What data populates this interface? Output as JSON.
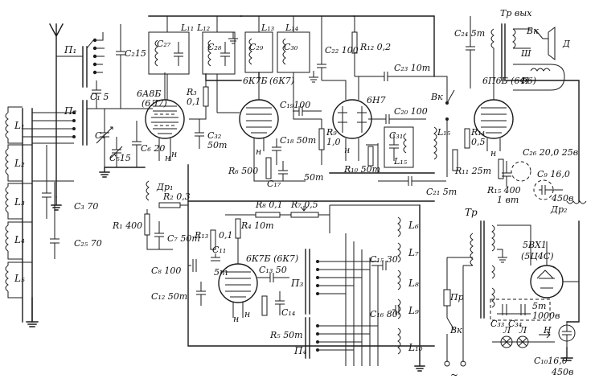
{
  "labels": {
    "P1": "П₁",
    "P2": "П₂",
    "P3": "П₃",
    "P4": "П₄",
    "C1": "C₁ 5",
    "C2": "C₂15",
    "C4": "C₄",
    "C5": "C₅15",
    "C6": "C₆ 20",
    "C27": "C₂₇",
    "C28": "C₂₈",
    "C29": "C₂₉",
    "C30": "C₃₀",
    "L11": "L₁₁",
    "L12": "L₁₂",
    "L13": "L₁₃",
    "L14": "L₁₄",
    "C22": "C₂₂ 100",
    "R12": "R₁₂ 0,2",
    "C24": "C₂₄ 5т",
    "Trvyh": "Тр вых",
    "Vk1": "Вк",
    "D": "Д",
    "III": "Ш",
    "II": "П",
    "T1": "6А8Б",
    "T1b": "(6Л7)",
    "T2": "6К7Б",
    "T2b": "(6К7)",
    "T3": "6Н7",
    "T4": "6П6Б (6Ф6)",
    "T5": "6К7Б (6К7)",
    "T6": "5ВХ1",
    "T6b": "(5Ц4С)",
    "R3": "R₃",
    "R3v": "0,1",
    "C32": "C₃₂",
    "C32v": "50т",
    "C19": "C₁₉100",
    "C23": "C₂₃ 10т",
    "C20": "C₂₀ 100",
    "C31": "C₃₁",
    "L15": "L₁₅",
    "L15b": "L₁₅",
    "Vk2": "Вк",
    "R9": "R₉",
    "R9v": "1,0",
    "R14": "R₁₄",
    "R14v": "0,5",
    "C18": "C₁₈ 50т",
    "C17": "C₁₇",
    "R6": "R₆ 500",
    "C17v": "50т",
    "R10": "R₁₀ 50т",
    "C21": "C₂₁ 5т",
    "R11": "R₁₁ 25т",
    "C26": "C₂₆ 20,0 25в",
    "C9": "C₉ 16,0",
    "C9v": "450в",
    "R15": "R₁₅ 400",
    "R15v": "1 вт",
    "C3": "C₃ 70",
    "C25": "C₂₅ 70",
    "L1": "L₁",
    "L2": "L₂",
    "L3": "L₃",
    "L4": "L₄",
    "L5": "L₅",
    "Dr1": "Др₁",
    "R2": "R₂ 0,3",
    "R1": "R₁ 400",
    "C7": "C₇ 50т",
    "R8": "R₈ 0,1",
    "R7": "R₇ 0,5",
    "R4": "R₄ 10т",
    "R13": "R₁₃",
    "R13v": "0,1",
    "C8": "C₈ 100",
    "C11": "C₁₁",
    "C11v": "5т",
    "C12": "C₁₂ 50т",
    "C13": "C₁₃ 50",
    "C14": "C₁₄",
    "R5": "R₅ 50т",
    "C15": "C₁₅ 30",
    "C16": "C₁₆ 80",
    "L6": "L₆",
    "L7": "L₇",
    "L8": "L₈",
    "L9": "L₉",
    "L10": "L₁₀",
    "Tr": "Тр",
    "Dr2": "Др₂",
    "Pr": "Пр",
    "Vk3": "Вк",
    "C33": "C₃₃",
    "C34": "C₃₄",
    "C3334": "5т",
    "C3334v": "1000в",
    "C10": "C₁₀16,0",
    "C10v": "450в",
    "H": "Н",
    "L": "Л",
    "Lb": "Л",
    "AC": "~",
    "n1": "н",
    "n2": "н",
    "n3": "н",
    "n4": "н",
    "n5": "н",
    "n6": "н",
    "n7": "н"
  }
}
